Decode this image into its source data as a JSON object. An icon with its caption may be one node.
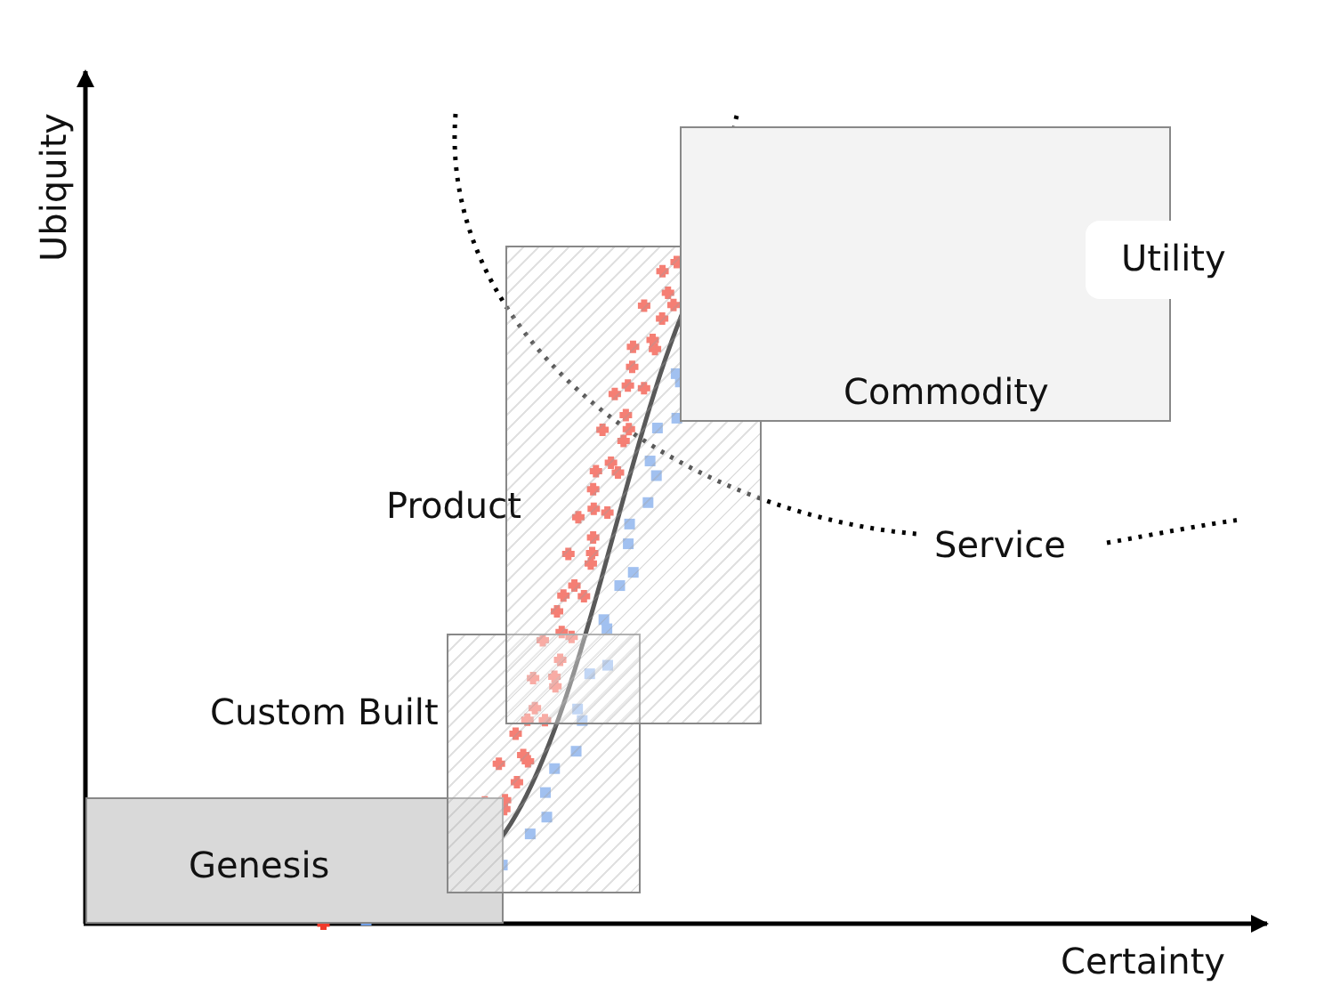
{
  "diagram": {
    "nodes": [
      {
        "text": [
          "Genesis"
        ]
      },
      {
        "text": [
          "Custom Built"
        ]
      },
      {
        "text": [
          "Product"
        ]
      },
      {
        "text": [
          "Commodity"
        ]
      },
      {
        "text": [
          "Utility"
        ]
      }
    ],
    "edges": [],
    "labels": [
      "Ubiquity",
      "Certainty",
      "Service"
    ]
  }
}
